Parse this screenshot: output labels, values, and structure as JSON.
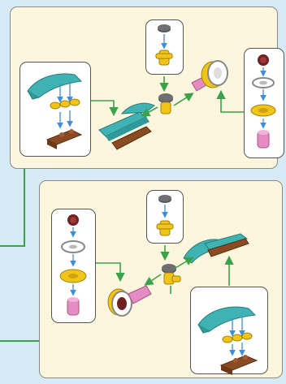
{
  "instruction_sheet": {
    "steps": [
      {
        "subassemblies": [
          "clip-arm-assembly",
          "wheel-rim-assembly",
          "pin-connector-assembly"
        ]
      },
      {
        "subassemblies": [
          "wheel-rim-assembly",
          "pin-connector-assembly",
          "clip-arm-assembly"
        ]
      }
    ]
  },
  "colors": {
    "background": "#d6ebf6",
    "panel": "#fbf6dd",
    "connector_line": "#3aa34a",
    "arrow_blue": "#3b8fe0",
    "teal_part": "#3fb3b3",
    "yellow_part": "#f0c419",
    "brown_part": "#8a4b22",
    "pink_part": "#e68cc4",
    "dark_gray_part": "#55575a",
    "dark_red_part": "#6f2121"
  }
}
